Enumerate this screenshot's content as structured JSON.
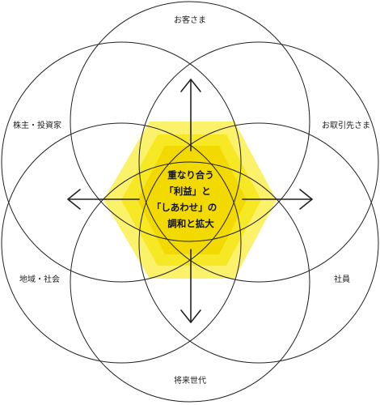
{
  "stakeholders": {
    "customers": "お客さま",
    "business_partners": "お取引先さま",
    "employees": "社員",
    "future_generations": "将来世代",
    "community_society": "地域・社会",
    "shareholders_investors": "株主・投資家"
  },
  "center": {
    "line1": "重なり合う",
    "line2": "「利益」と",
    "line3": "「しあわせ」の",
    "line4": "調和と拡大"
  },
  "colors": {
    "highlight_outer": "#fcf16a",
    "highlight_mid": "#f7e825",
    "highlight_core": "#f2d900",
    "circle_stroke": "#222222",
    "arrow_stroke": "#222222"
  }
}
